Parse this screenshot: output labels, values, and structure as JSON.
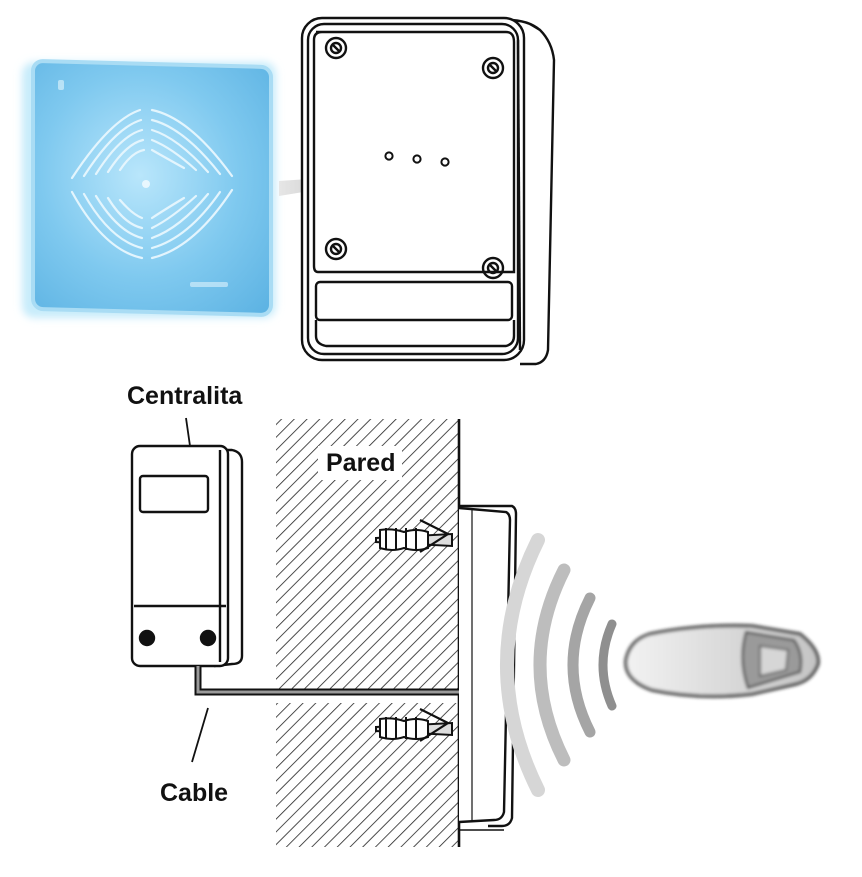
{
  "labels": {
    "centralita": "Centralita",
    "pared": "Pared",
    "cable": "Cable"
  },
  "colors": {
    "line": "#111111",
    "card": "#7ec8ee",
    "card_glow": "#bfe6f8",
    "card_edge": "#9fd6f2",
    "wave": "#a8a8a8",
    "tag": "#d8d8d8"
  },
  "icons": {
    "rfid_card": "rfid-card-icon",
    "reader_front": "rfid-reader-icon",
    "control_unit": "control-unit-icon",
    "key_fob": "key-fob-icon"
  }
}
